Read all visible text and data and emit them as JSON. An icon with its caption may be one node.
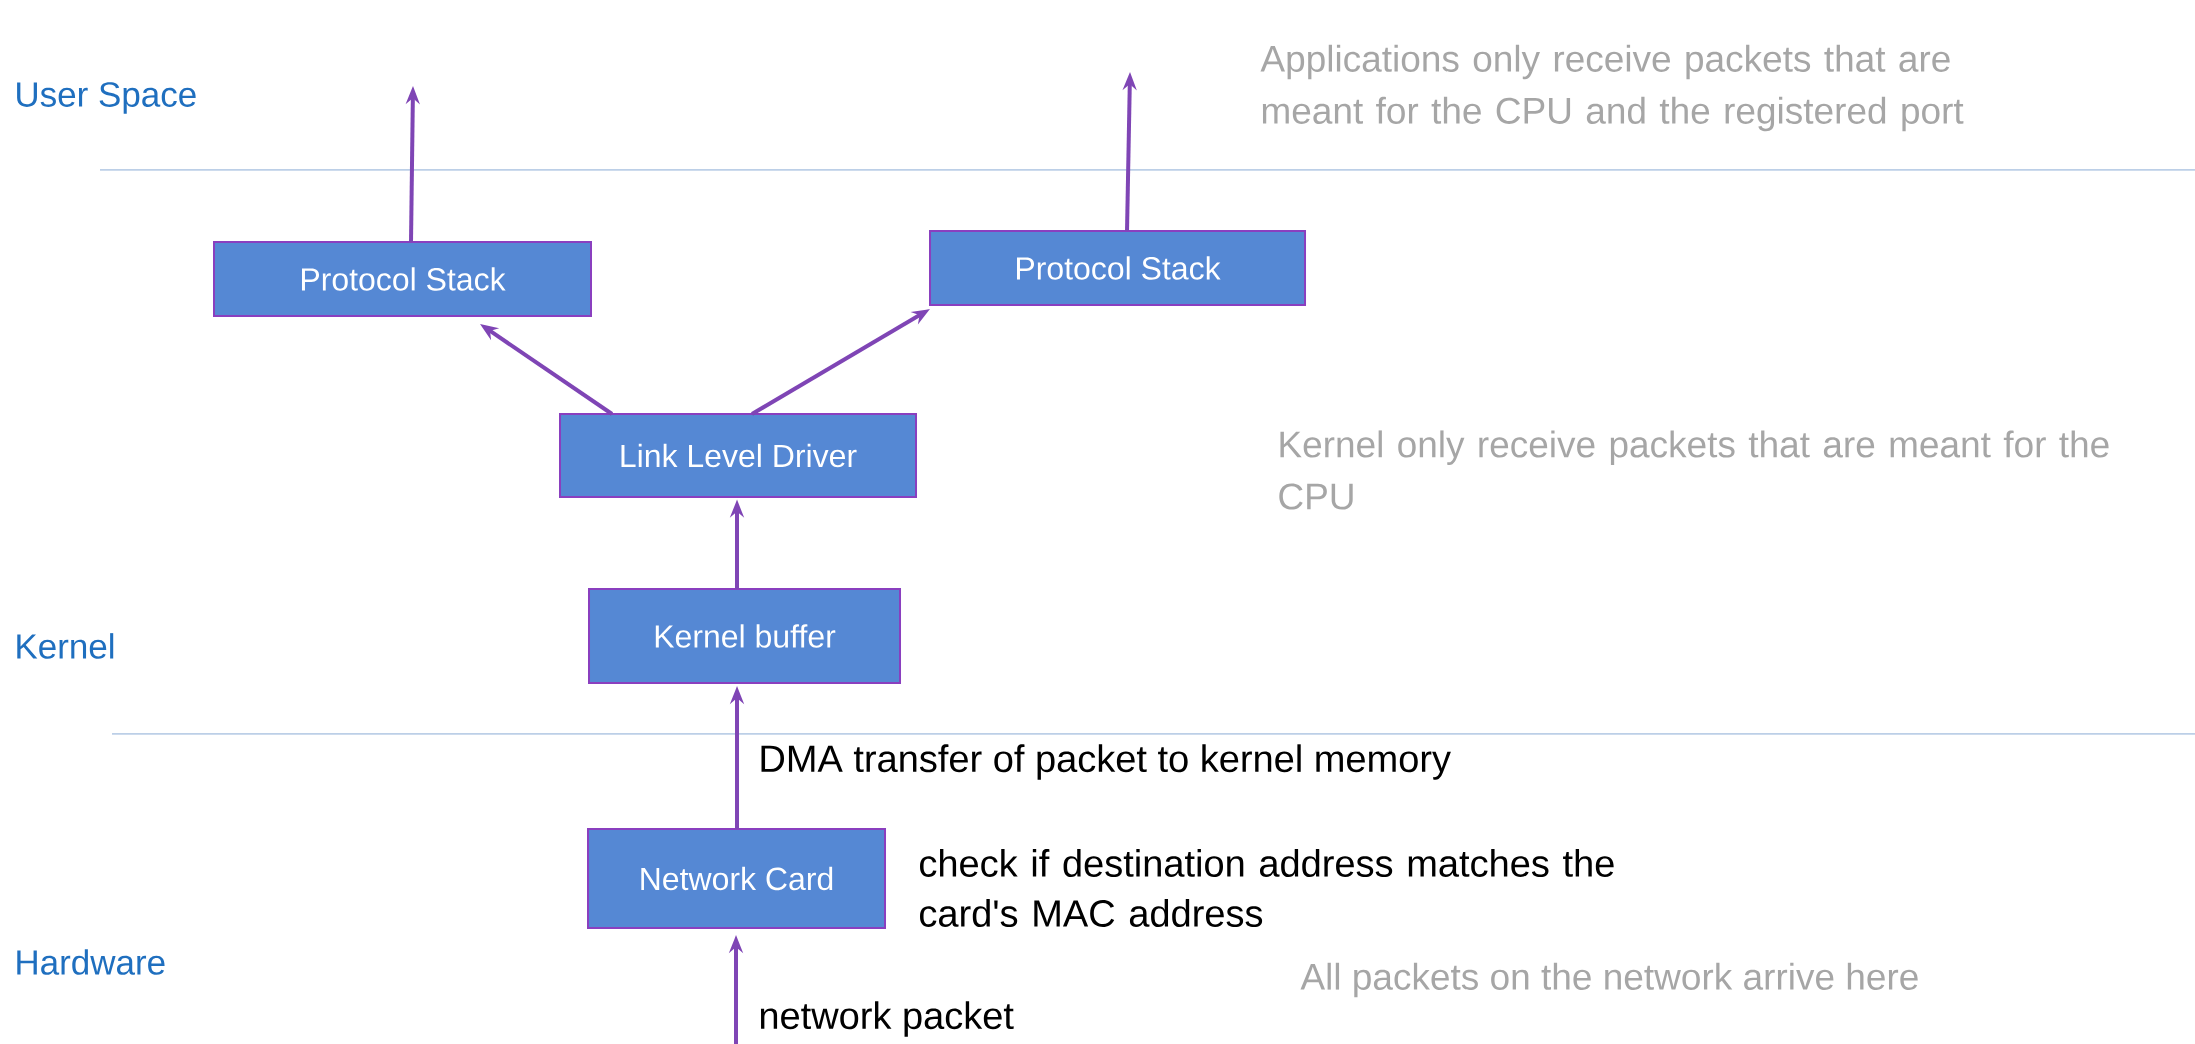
{
  "diagram": {
    "nodes": [
      {
        "text": [
          "Protocol Stack"
        ]
      },
      {
        "text": [
          "Protocol Stack"
        ]
      },
      {
        "text": [
          "Link Level Driver"
        ]
      },
      {
        "text": [
          "Kernel buffer"
        ]
      },
      {
        "text": [
          "Network Card"
        ],
        "beside": [
          "check if destination address matches the card's MAC address"
        ]
      }
    ],
    "edges": [
      {
        "from": 0,
        "to": null,
        "arrow": "to"
      },
      {
        "from": 1,
        "to": null,
        "arrow": "to"
      },
      {
        "from": 2,
        "to": 0,
        "arrow": "to"
      },
      {
        "from": 2,
        "to": 1,
        "arrow": "to"
      },
      {
        "from": 3,
        "to": 2,
        "arrow": "to"
      },
      {
        "from": 4,
        "to": 3,
        "arrow": "to",
        "label": "DMA transfer of packet to kernel memory"
      },
      {
        "from": null,
        "to": 4,
        "arrow": "to",
        "label": "network packet"
      }
    ],
    "labels": [
      "Applications only receive packets that are meant for the CPU and the registered port",
      "User Space",
      "Kernel only receive packets that are meant for the CPU",
      "Kernel",
      "Hardware",
      "All packets on the network arrive here"
    ]
  }
}
